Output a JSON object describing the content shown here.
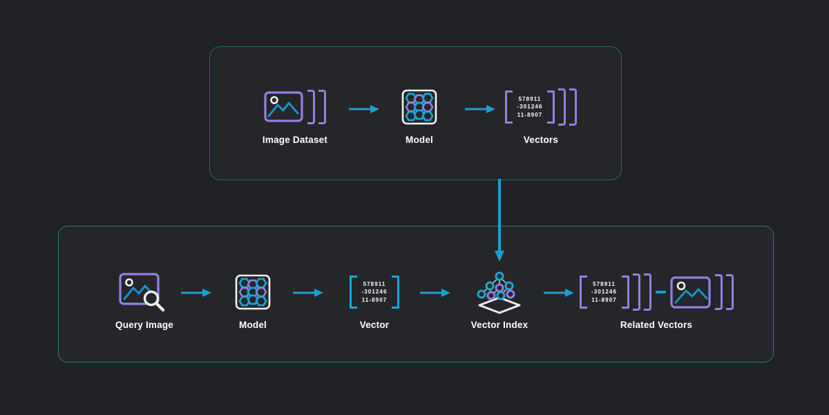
{
  "diagram": {
    "top_box": {
      "nodes": [
        {
          "label": "Image Dataset"
        },
        {
          "label": "Model"
        },
        {
          "label": "Vectors"
        }
      ]
    },
    "bottom_box": {
      "nodes": [
        {
          "label": "Query Image"
        },
        {
          "label": "Model"
        },
        {
          "label": "Vector"
        },
        {
          "label": "Vector Index"
        },
        {
          "label": "Related Vectors"
        }
      ]
    },
    "vector_matrix": {
      "rows": [
        "578911",
        "-301246",
        "11-8907"
      ]
    },
    "icons": [
      "image-dataset-icon",
      "model-icon",
      "vectors-matrix-icon",
      "stack-brackets-icon",
      "query-image-icon",
      "magnifier-icon",
      "vector-matrix-icon",
      "vector-index-icon",
      "related-vectors-matrix-icon",
      "related-image-icon",
      "arrow-right-icon",
      "arrow-down-icon",
      "connector-dash"
    ],
    "colors": {
      "background": "#212225",
      "box_fill": "#252629",
      "box_border_top": "#24687d",
      "box_border_bottom": "#267a92",
      "accent_cyan": "#1b9ecf",
      "accent_purple": "#9480e4",
      "icon_white": "#f2f2f2",
      "label_white": "#ffffff"
    }
  }
}
